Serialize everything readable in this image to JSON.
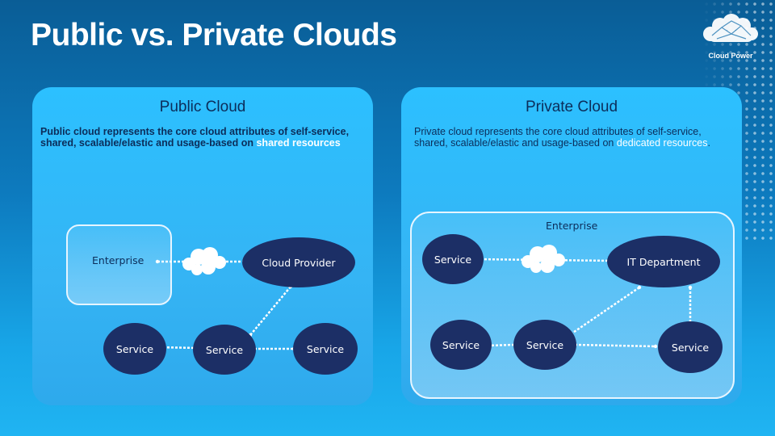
{
  "slide": {
    "title": "Public vs. Private Clouds",
    "logo_text": "Cloud Power"
  },
  "public": {
    "title": "Public Cloud",
    "description": "Public cloud represents the core cloud attributes of self-service, shared, scalable/elastic and usage-based on",
    "description_highlight": "shared resources",
    "enterprise_label": "Enterprise",
    "provider_label": "Cloud Provider",
    "services": [
      "Service",
      "Service",
      "Service"
    ]
  },
  "private": {
    "title": "Private Cloud",
    "description": "Private cloud represents the core cloud attributes of self-service, shared, scalable/elastic and usage-based on",
    "description_highlight": "dedicated resources",
    "description_end": ".",
    "enterprise_label": "Enterprise",
    "service_top": "Service",
    "it_label": "IT Department",
    "services": [
      "Service",
      "Service",
      "Service"
    ]
  },
  "colors": {
    "node": "#1c2f66",
    "panel": "#2cc0ff",
    "highlight": "#ffffff"
  }
}
